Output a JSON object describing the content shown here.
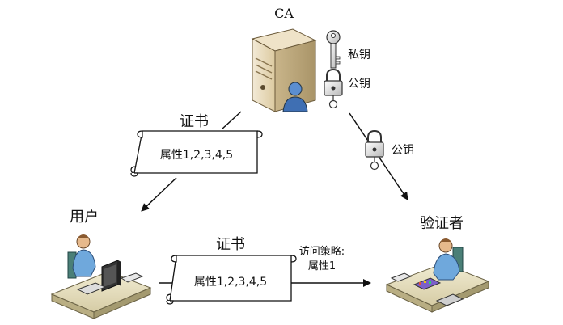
{
  "ca": {
    "label": "CA"
  },
  "keys": {
    "private_key": "私钥",
    "public_key": "公钥",
    "public_key_sent": "公钥"
  },
  "certificate_top": {
    "title": "证书",
    "attributes": "属性1,2,3,4,5"
  },
  "certificate_bottom": {
    "title": "证书",
    "attributes": "属性1,2,3,4,5"
  },
  "user": {
    "label": "用户"
  },
  "verifier": {
    "label": "验证者"
  },
  "access_policy": {
    "line1": "访问策略:",
    "line2": "属性1"
  }
}
